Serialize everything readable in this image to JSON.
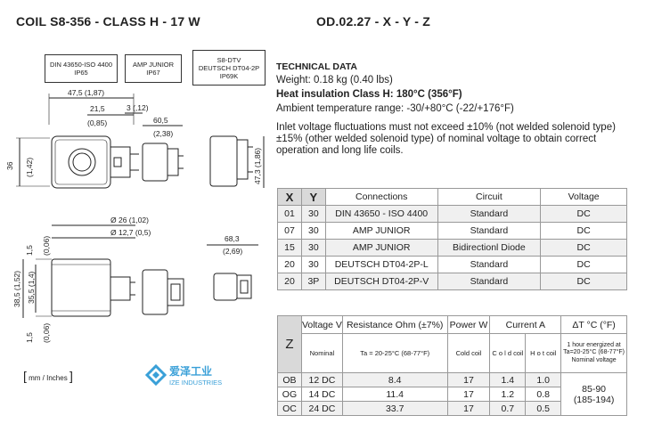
{
  "header": {
    "left": "COIL S8-356 - CLASS H - 17 W",
    "right": "OD.02.27 - X - Y - Z"
  },
  "connector_boxes": [
    {
      "line1": "DIN 43650-ISO 4400",
      "line2": "IP65",
      "line3": ""
    },
    {
      "line1": "AMP JUNIOR",
      "line2": "IP67",
      "line3": ""
    },
    {
      "line1": "S8-DTV",
      "line2": "DEUTSCH DT04-2P",
      "line3": "IP69K"
    }
  ],
  "dimensions": {
    "d1": "47,5 (1,87)",
    "d2": "21,5",
    "d2b": "(0,85)",
    "d3": "3 (,12)",
    "d4": "60,5",
    "d4b": "(2,38)",
    "d5": "36",
    "d5b": "(1,42)",
    "d6": "47,3 (1,86)",
    "d7": "Ø 26 (1,02)",
    "d8": "Ø 12,7 (0,5)",
    "d9": "1,5",
    "d9b": "(0,06)",
    "d10": "38,5 (1,52)",
    "d11": "35,5 (1,4)",
    "d12": "1,5",
    "d12b": "(0,06)",
    "d13": "68,3",
    "d13b": "(2,69)"
  },
  "units_note": "mm / Inches",
  "logo": {
    "name": "爱泽工业",
    "sub": "IZE INDUSTRIES"
  },
  "technical": {
    "title": "TECHNICAL DATA",
    "weight": "Weight: 0.18 kg (0.40 lbs)",
    "insulation": "Heat insulation Class H: 180°C (356°F)",
    "ambient": "Ambient temperature range: -30/+80°C (-22/+176°F)",
    "note": "Inlet voltage fluctuations must not exceed ±10% (not welded solenoid type) ±15% (other welded solenoid type) of nominal voltage to obtain correct operation and long life coils."
  },
  "table1": {
    "headers": [
      "X",
      "Y",
      "Connections",
      "Circuit",
      "Voltage"
    ],
    "rows": [
      [
        "01",
        "30",
        "DIN 43650 - ISO 4400",
        "Standard",
        "DC"
      ],
      [
        "07",
        "30",
        "AMP JUNIOR",
        "Standard",
        "DC"
      ],
      [
        "15",
        "30",
        "AMP JUNIOR",
        "Bidirectionl Diode",
        "DC"
      ],
      [
        "20",
        "30",
        "DEUTSCH DT04-2P-L",
        "Standard",
        "DC"
      ],
      [
        "20",
        "3P",
        "DEUTSCH DT04-2P-V",
        "Standard",
        "DC"
      ]
    ]
  },
  "table2": {
    "z": "Z",
    "h_voltage": "Voltage V",
    "h_resistance": "Resistance Ohm (±7%)",
    "h_power": "Power W",
    "h_current": "Current A",
    "h_delta": "ΔT °C (°F)",
    "s_nominal": "Nominal",
    "s_ta": "Ta = 20-25°C (68-77°F)",
    "s_coldcoil": "Cold coil",
    "s_cold": "C o l d coil",
    "s_hot": "H o t coil",
    "s_delta": "1 hour energized at Ta=20-25°C (68-77°F) Nominal voltage",
    "rows": [
      [
        "OB",
        "12 DC",
        "8.4",
        "17",
        "1.4",
        "1.0"
      ],
      [
        "OG",
        "14 DC",
        "11.4",
        "17",
        "1.2",
        "0.8"
      ],
      [
        "OC",
        "24 DC",
        "33.7",
        "17",
        "0.7",
        "0.5"
      ]
    ],
    "delta_value": "85-90",
    "delta_value2": "(185-194)"
  }
}
